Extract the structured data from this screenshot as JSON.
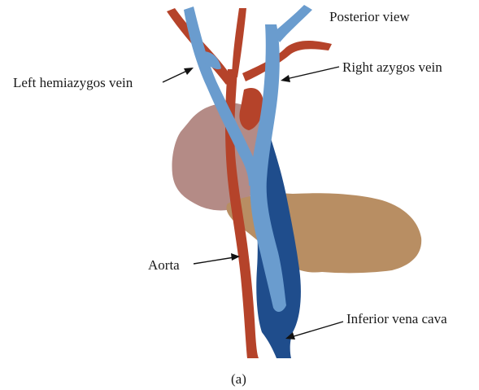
{
  "figure": {
    "view_title": "Posterior view",
    "panel_label": "(a)",
    "labels": {
      "left_hemiazygos": "Left hemiazygos vein",
      "right_azygos": "Right azygos vein",
      "aorta": "Aorta",
      "ivc": "Inferior vena cava"
    },
    "colors": {
      "aorta": "#b5432a",
      "azygos": "#6a9cce",
      "ivc": "#1f4d8c",
      "pink_organ": "#b48b86",
      "tan_organ": "#b88e63"
    }
  }
}
